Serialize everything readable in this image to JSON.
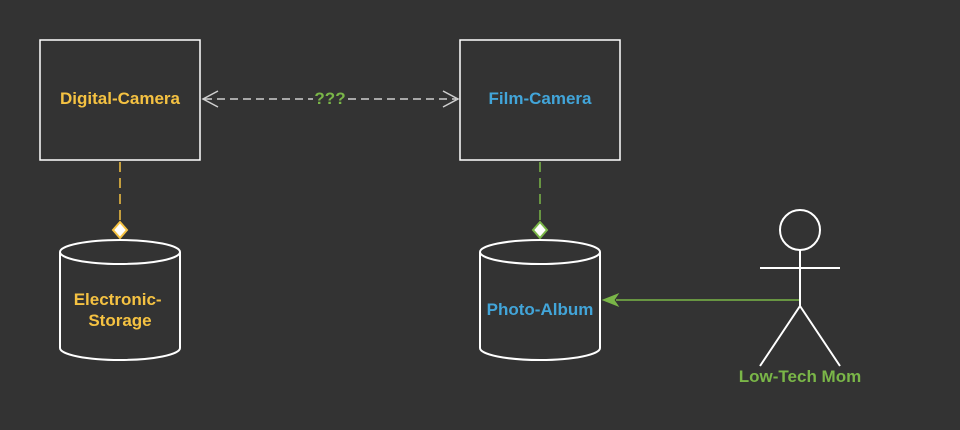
{
  "diagram": {
    "background": "#333333",
    "colors": {
      "outline": "#ffffff",
      "yellow": "#f5c242",
      "blue": "#42a5d9",
      "green": "#7ab648",
      "gray_arrow": "#d0d0d0"
    },
    "nodes": {
      "digital_camera": {
        "label": "Digital-Camera",
        "shape": "rectangle",
        "color": "yellow"
      },
      "film_camera": {
        "label": "Film-Camera",
        "shape": "rectangle",
        "color": "blue"
      },
      "electronic_storage": {
        "label_line1": "Electronic-",
        "label_line2": "Storage",
        "shape": "cylinder",
        "color": "yellow"
      },
      "photo_album": {
        "label": "Photo-Album",
        "shape": "cylinder",
        "color": "blue"
      },
      "low_tech_mom": {
        "label": "Low-Tech Mom",
        "shape": "stick-figure",
        "color": "green"
      }
    },
    "edges": {
      "cameras_link": {
        "label": "???",
        "style": "dashed",
        "arrowheads": "open-both",
        "color": "gray_arrow"
      },
      "digital_to_storage": {
        "style": "dashed",
        "end": "diamond",
        "color": "yellow"
      },
      "film_to_album": {
        "style": "dashed",
        "end": "diamond",
        "color": "green"
      },
      "mom_to_album": {
        "style": "solid",
        "end": "filled-arrow",
        "color": "green"
      }
    }
  }
}
